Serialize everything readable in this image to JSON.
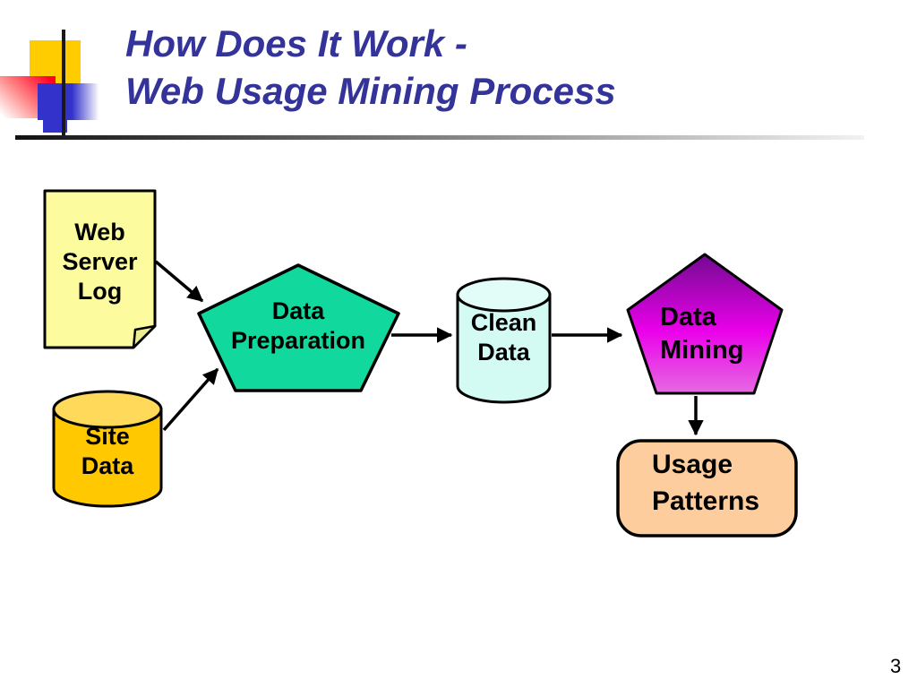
{
  "title": {
    "text": "How Does It Work -\nWeb Usage Mining Process",
    "color": "#333399"
  },
  "footer": {
    "page_number": "3"
  },
  "colors": {
    "background": "#FFFFFF",
    "outline": "#000000",
    "decoration_yellow": "#FFCC00",
    "decoration_red": "#FF0022",
    "decoration_blue": "#3333CC",
    "title_rule_start": "#111111",
    "title_rule_end": "#F2F2F2"
  },
  "diagram": {
    "nodes": [
      {
        "id": "web-server-log",
        "shape": "document",
        "label": "Web\nServer\nLog",
        "fill": "#FCFC9E",
        "fold_fill": "#EDED8E"
      },
      {
        "id": "site-data",
        "shape": "cylinder",
        "label": "Site\nData",
        "fill": "#FFC800",
        "top_fill": "#FFD95A"
      },
      {
        "id": "data-preparation",
        "shape": "pentagon",
        "label": "Data\nPreparation",
        "fill": "#11D99E"
      },
      {
        "id": "clean-data",
        "shape": "cylinder",
        "label": "Clean\nData",
        "fill": "#D4FBF3",
        "top_fill": "#E2FDF8"
      },
      {
        "id": "data-mining",
        "shape": "pentagon-gradient",
        "label": "Data\nMining",
        "fill_gradient": [
          "#730A91",
          "#EA00EA",
          "#E66AE2"
        ]
      },
      {
        "id": "usage-patterns",
        "shape": "rounded-rectangle",
        "label": "Usage\nPatterns",
        "fill": "#FDCD9D"
      }
    ],
    "edges": [
      {
        "from": "web-server-log",
        "to": "data-preparation"
      },
      {
        "from": "site-data",
        "to": "data-preparation"
      },
      {
        "from": "data-preparation",
        "to": "clean-data"
      },
      {
        "from": "clean-data",
        "to": "data-mining"
      },
      {
        "from": "data-mining",
        "to": "usage-patterns"
      }
    ]
  }
}
